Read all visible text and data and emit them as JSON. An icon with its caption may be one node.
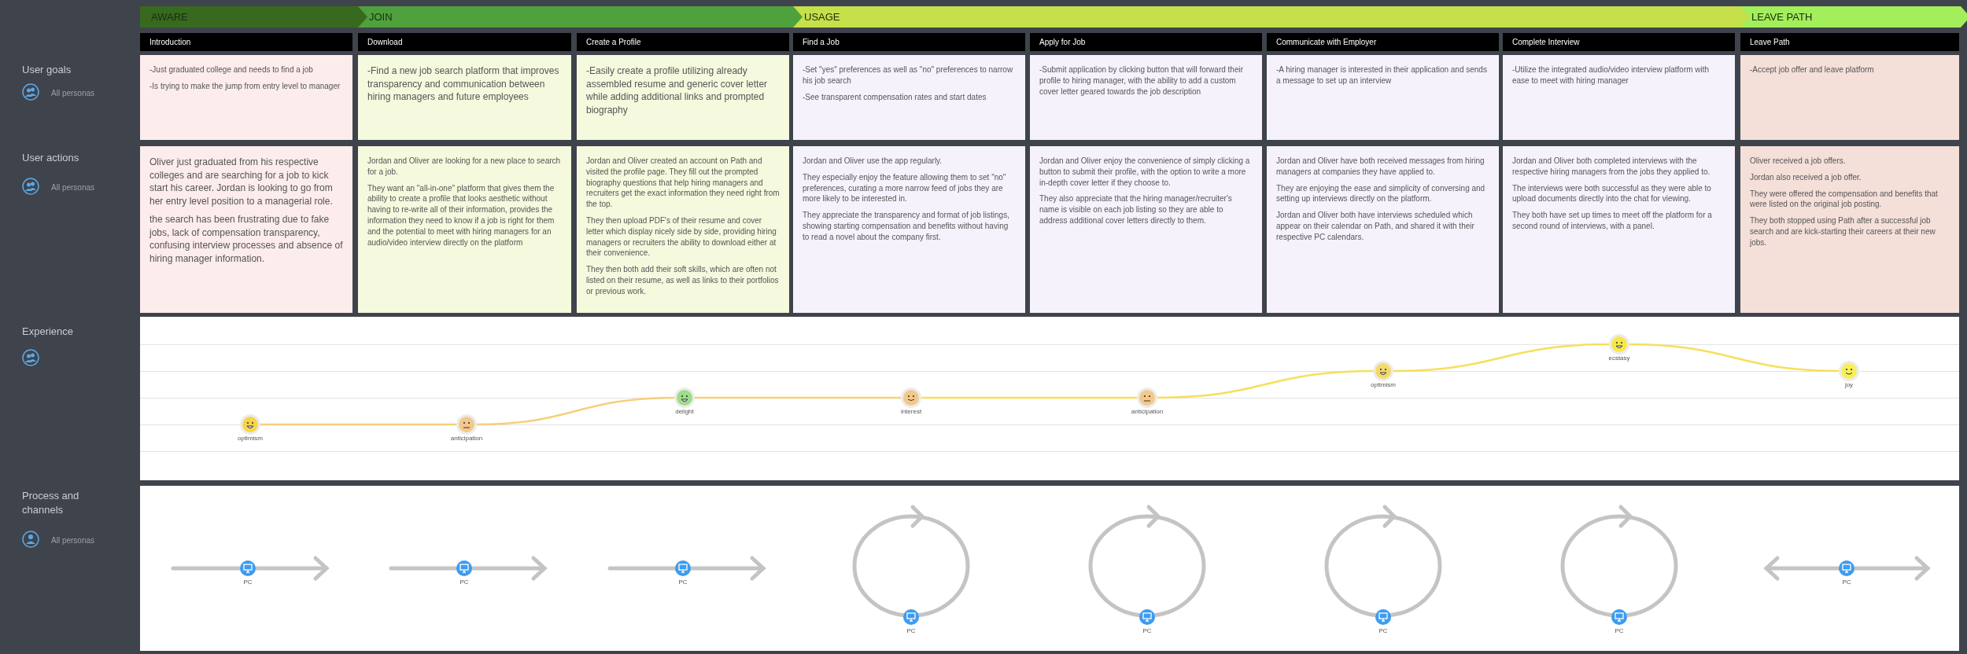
{
  "diagram": {
    "nodes": [
      {
        "text": [
          "AWARE"
        ]
      },
      {
        "text": [
          "JOIN"
        ]
      },
      {
        "text": [
          "USAGE"
        ]
      },
      {
        "text": [
          "LEAVE PATH"
        ]
      },
      {
        "text": [
          "Introduction"
        ]
      },
      {
        "text": [
          "Download"
        ]
      },
      {
        "text": [
          "Create a Profile"
        ]
      },
      {
        "text": [
          "Find a Job"
        ]
      },
      {
        "text": [
          "Apply for Job"
        ]
      },
      {
        "text": [
          "Communicate with Employer"
        ]
      },
      {
        "text": [
          "Complete Interview"
        ]
      },
      {
        "text": [
          "Leave Path"
        ]
      },
      {
        "text": [
          "-Just graduated college and needs to find a job",
          "-Is trying to make the jump from entry level to manager"
        ]
      },
      {
        "text": [
          "-Find a new job search platform that improves transparency and communication between hiring managers and future employees"
        ]
      },
      {
        "text": [
          "-Easily create a profile utilizing already assembled resume and generic cover letter while adding additional links and prompted biography"
        ]
      },
      {
        "text": [
          "-Set \"yes\" preferences as well as \"no\" preferences to narrow his job search",
          "-See transparent compensation rates and start dates"
        ]
      },
      {
        "text": [
          "-Submit application by clicking button that will forward their profile to hiring manager, with the ability to add a custom cover letter geared towards the job description"
        ]
      },
      {
        "text": [
          "-A hiring manager is interested in their application and sends a message to set up an interview"
        ]
      },
      {
        "text": [
          "-Utilize the integrated audio/video interview platform with ease to meet with hiring manager"
        ]
      },
      {
        "text": [
          "-Accept job offer and leave platform"
        ]
      },
      {
        "text": [
          "Oliver just graduated from his respective colleges and are searching for a job to kick start his career. Jordan is looking to go from her entry level position to a managerial role.",
          "the search has been frustrating due to fake jobs, lack of compensation transparency, confusing interview processes and absence of hiring manager information."
        ]
      },
      {
        "text": [
          "Jordan and Oliver are looking for a new place to search for a job.",
          "They want an \"all-in-one\" platform that gives them the ability to create a profile that looks aesthetic without having to re-write all of their information, provides the information they need to know if a job is right for them and the potential to meet with hiring managers for an audio/video interview directly on the platform"
        ]
      },
      {
        "text": [
          "Jordan and Oliver created an account on Path and visited the profile page. They fill out the prompted biography questions that help hiring managers and recruiters get the exact information they need right from the top.",
          "They then upload PDF's of their resume and cover letter which display nicely side by side, providing hiring managers or recruiters the ability to download either at their convenience.",
          "They then both add their soft skills, which are often not listed on their resume, as well as links to their portfolios or previous work."
        ]
      },
      {
        "text": [
          "Jordan and Oliver use the app regularly.",
          "They especially enjoy the feature allowing them to set \"no\" preferences, curating a more narrow feed of jobs they are more likely to be interested in.",
          "They appreciate the transparency and format of job listings, showing starting compensation and benefits without having to read a novel about the company first."
        ]
      },
      {
        "text": [
          "Jordan and Oliver enjoy the convenience of simply clicking a button to submit their profile, with the option to write a more in-depth cover letter if they choose to.",
          "They also appreciate that the hiring manager/recruiter's name is visible on each job listing so they are able to address additional cover letters directly to them."
        ]
      },
      {
        "text": [
          "Jordan and Oliver have both received messages from hiring managers at companies they have applied to.",
          "They are enjoying the ease and simplicity of conversing and setting up interviews directly on the platform.",
          "Jordan and Oliver both have interviews scheduled which appear on their calendar on Path, and shared it with their respective PC calendars."
        ]
      },
      {
        "text": [
          "Jordan and Oliver both completed interviews with the respective hiring managers from the jobs they applied to.",
          "The interviews were both successful as they were able to upload documents directly into the chat for viewing.",
          "They both have set up times to meet off the platform for a second round of interviews, with a panel."
        ]
      },
      {
        "text": [
          "Oliver received a job offers.",
          "Jordan also received a job offer.",
          "They were offered the compensation and benefits that were listed on the original job posting.",
          "They both stopped using Path after a successful job search and are kick-starting their careers at their new jobs."
        ]
      },
      {
        "text": [],
        "shape": "circle",
        "beside": [
          "optimism"
        ]
      },
      {
        "text": [],
        "shape": "circle",
        "beside": [
          "anticipation"
        ]
      },
      {
        "text": [],
        "shape": "circle",
        "beside": [
          "delight"
        ]
      },
      {
        "text": [],
        "shape": "circle",
        "beside": [
          "interest"
        ]
      },
      {
        "text": [],
        "shape": "circle",
        "beside": [
          "anticipation"
        ]
      },
      {
        "text": [],
        "shape": "circle",
        "beside": [
          "optimism"
        ]
      },
      {
        "text": [],
        "shape": "circle",
        "beside": [
          "ecstasy"
        ]
      },
      {
        "text": [],
        "shape": "circle",
        "beside": [
          "joy"
        ]
      },
      {
        "text": [],
        "shape": "circle",
        "beside": [
          "PC"
        ]
      },
      {
        "text": [],
        "shape": "circle",
        "beside": [
          "PC"
        ]
      },
      {
        "text": [],
        "shape": "circle",
        "beside": [
          "PC"
        ]
      },
      {
        "text": [],
        "shape": "circle",
        "beside": [
          "PC"
        ]
      },
      {
        "text": [],
        "shape": "circle",
        "beside": [
          "PC"
        ]
      },
      {
        "text": [],
        "shape": "circle",
        "beside": [
          "PC"
        ]
      },
      {
        "text": [],
        "shape": "circle",
        "beside": [
          "PC"
        ]
      },
      {
        "text": [],
        "shape": "circle",
        "beside": [
          "PC"
        ]
      }
    ],
    "edges": [
      {
        "from": 28,
        "to": 29,
        "arrow": "none"
      },
      {
        "from": 29,
        "to": 30,
        "arrow": "none"
      },
      {
        "from": 30,
        "to": 31,
        "arrow": "none"
      },
      {
        "from": 31,
        "to": 32,
        "arrow": "none"
      },
      {
        "from": 32,
        "to": 33,
        "arrow": "none"
      },
      {
        "from": 33,
        "to": 34,
        "arrow": "none"
      },
      {
        "from": 34,
        "to": 35,
        "arrow": "none"
      }
    ],
    "labels": [
      "User goals",
      "All personas",
      "User actions",
      "All personas",
      "Experience",
      "Process and channels",
      "All personas"
    ]
  }
}
